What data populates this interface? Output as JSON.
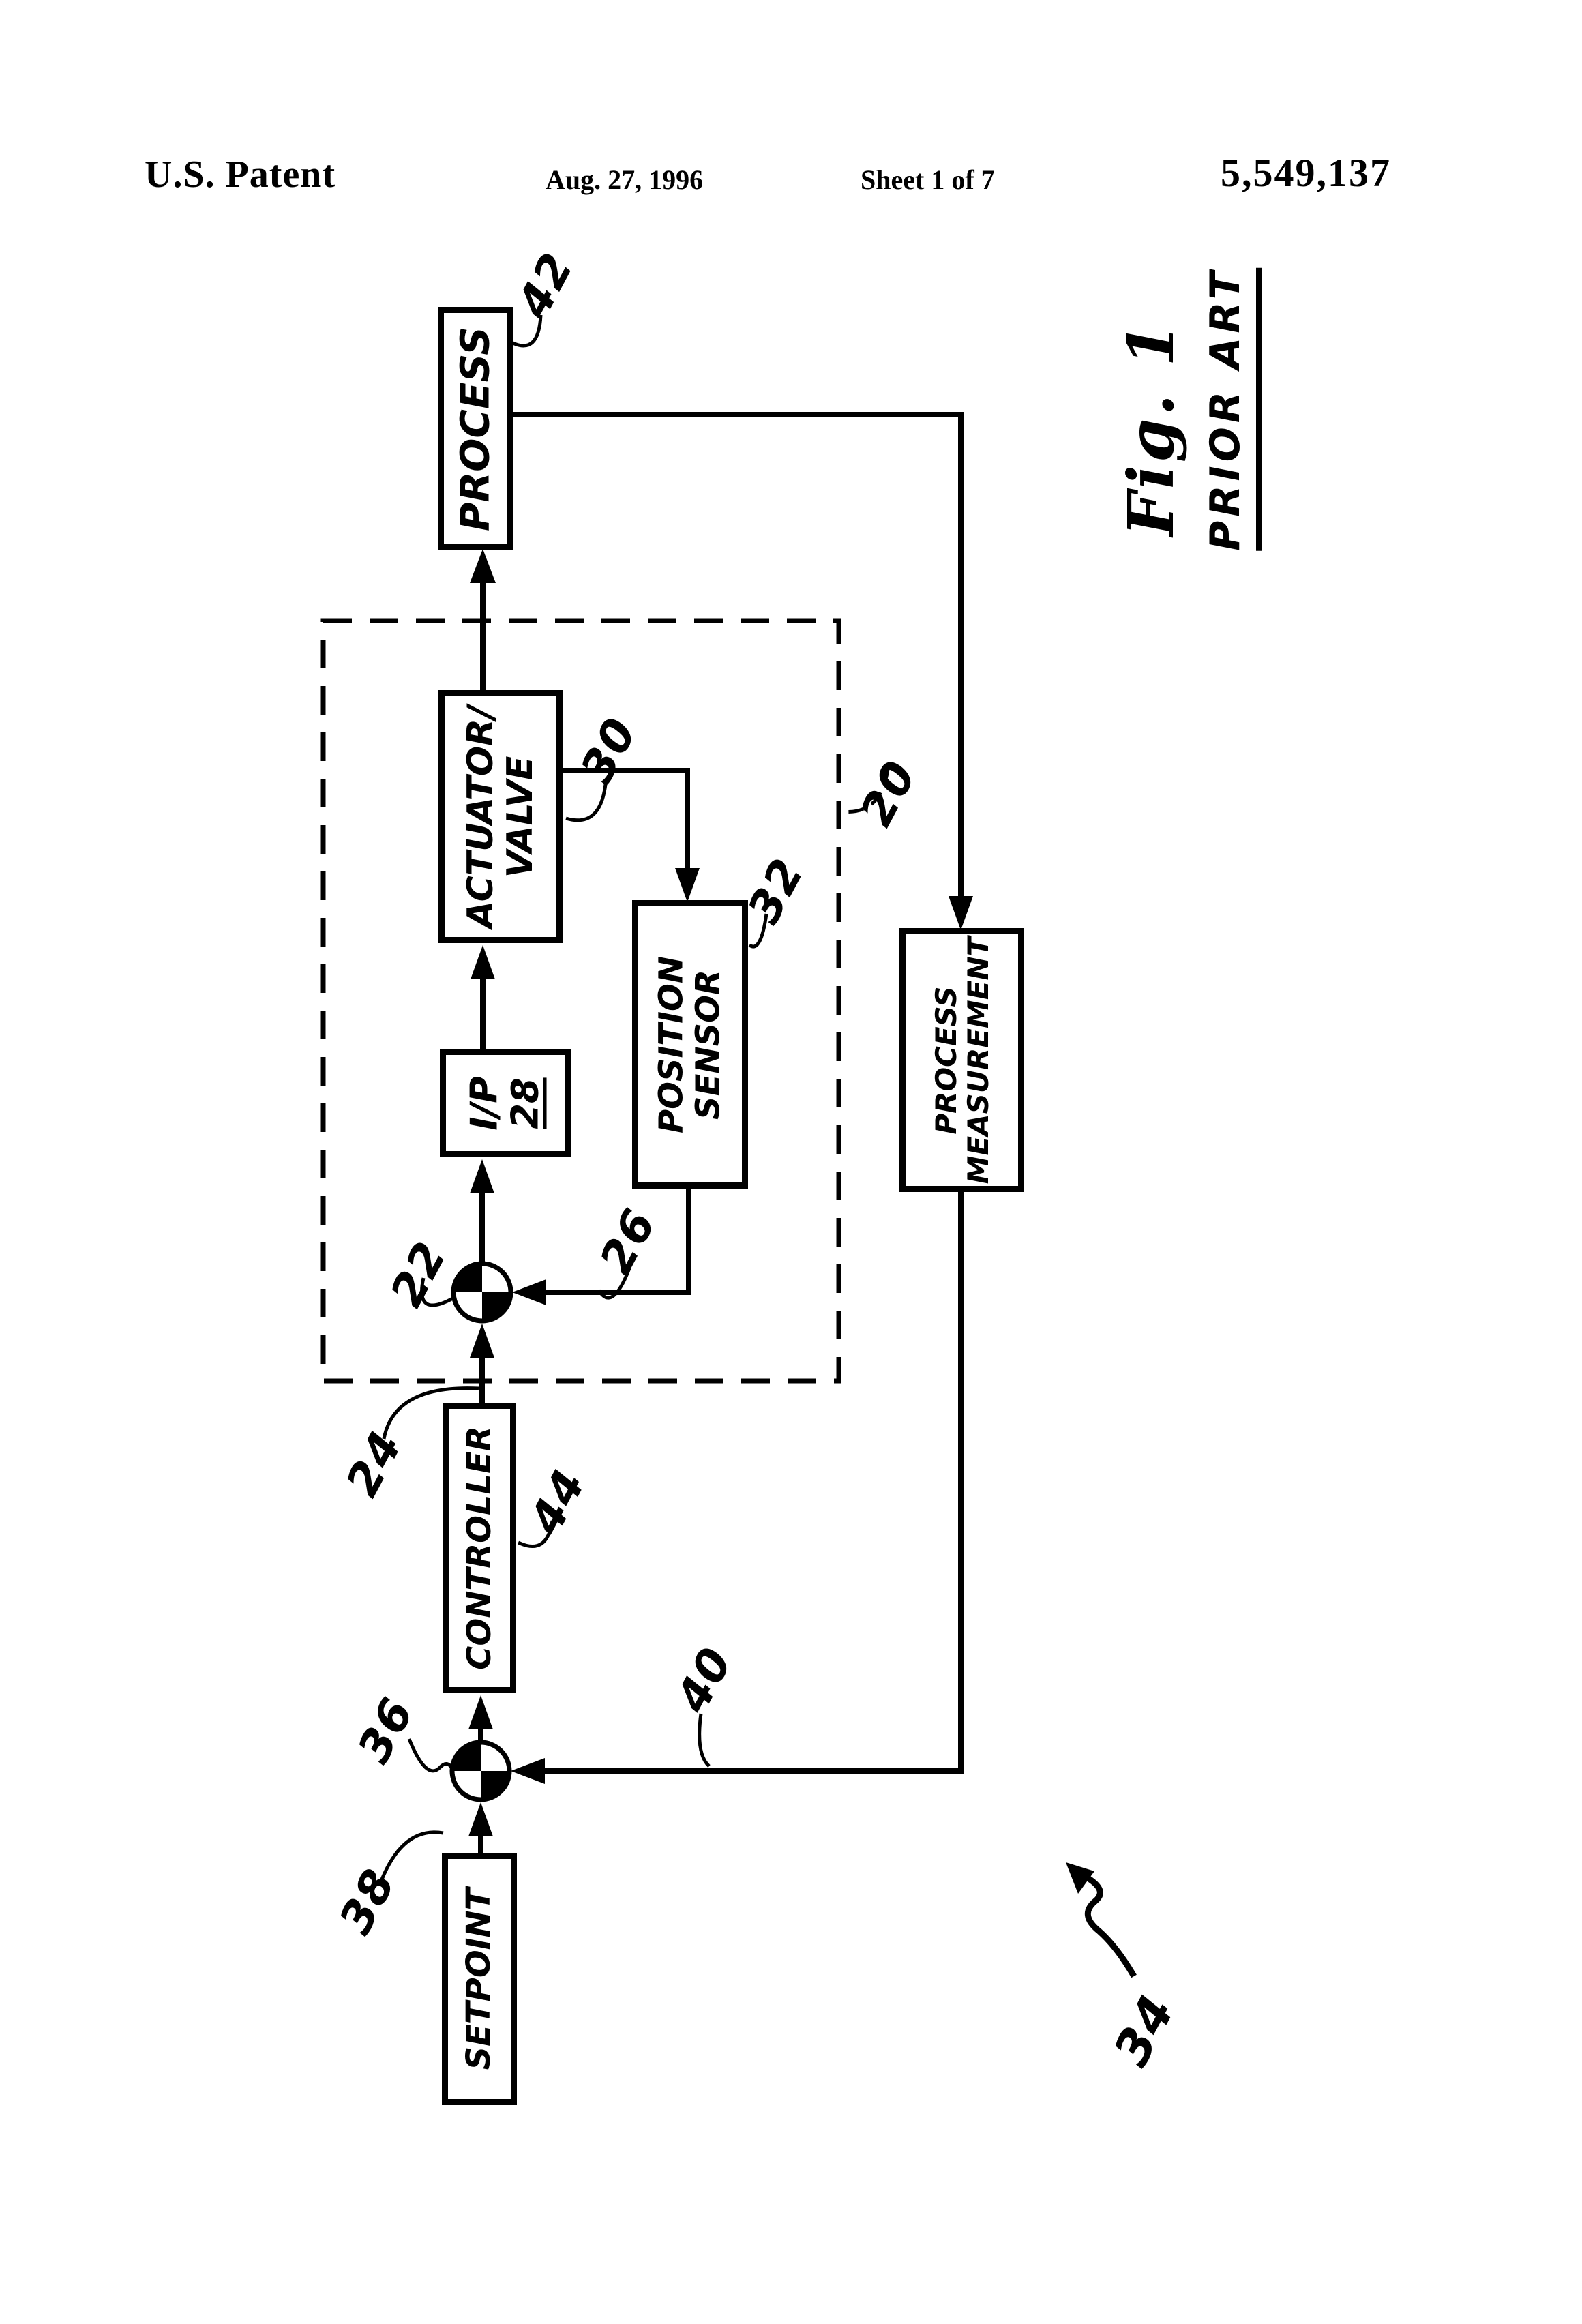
{
  "header": {
    "publication": "U.S. Patent",
    "date": "Aug. 27, 1996",
    "sheet": "Sheet 1 of 7",
    "patent_number": "5,549,137"
  },
  "figure": {
    "label": "Fig. 1",
    "subtitle": "PRIOR ART",
    "pointer_ref": "34"
  },
  "diagram": {
    "boxes": {
      "setpoint": {
        "label": "SETPOINT",
        "ref": "38"
      },
      "controller": {
        "label": "CONTROLLER",
        "ref": "44",
        "output_ref": "24"
      },
      "ip": {
        "line1": "I/P",
        "line2": "28"
      },
      "actuator_valve": {
        "line1": "ACTUATOR/",
        "line2": "VALVE",
        "ref": "30"
      },
      "position_sensor": {
        "line1": "POSITION",
        "line2": "SENSOR",
        "ref": "32"
      },
      "process": {
        "label": "PROCESS",
        "ref": "42"
      },
      "process_measurement": {
        "line1": "PROCESS",
        "line2": "MEASUREMENT"
      }
    },
    "junctions": {
      "upper_ref": "22",
      "lower_ref": "36"
    },
    "lines": {
      "sensor_feedback_ref": "26",
      "measurement_feedback_ref": "40"
    },
    "group": {
      "ref": "20"
    },
    "colors": {
      "ink": "#000000",
      "paper": "#ffffff"
    }
  }
}
